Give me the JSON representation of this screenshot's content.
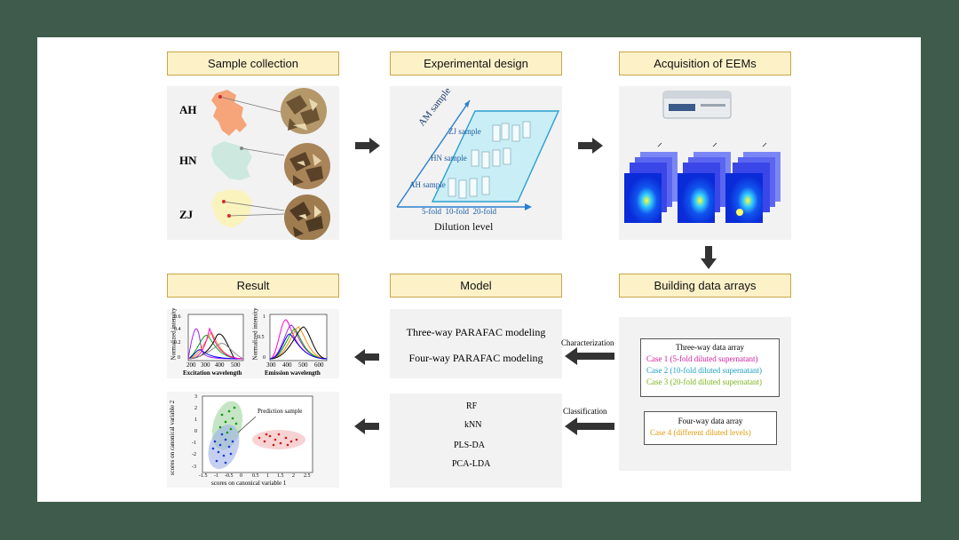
{
  "headers": {
    "sample_collection": "Sample collection",
    "experimental_design": "Experimental design",
    "acquisition": "Acquisition of EEMs",
    "result": "Result",
    "model": "Model",
    "building": "Building data arrays"
  },
  "samples": {
    "ah": "AH",
    "hn": "HN",
    "zj": "ZJ"
  },
  "design": {
    "axis_y": "AM sample",
    "zj_sample": "ZJ sample",
    "hn_sample": "HN sample",
    "ah_sample": "AH sample",
    "folds": "5-fold  10-fold  20-fold",
    "dilution": "Dilution level"
  },
  "model": {
    "parafac3": "Three-way PARAFAC modeling",
    "parafac4": "Four-way PARAFAC modeling",
    "characterization": "Characterization",
    "classification": "Classification",
    "rf": "RF",
    "knn": "kNN",
    "plsda": "PLS-DA",
    "pcalda": "PCA-LDA"
  },
  "arrays": {
    "three_way_title": "Three-way data array",
    "case1": "Case 1 (5-fold diluted supernatant)",
    "case2": "Case 2 (10-fold diluted supernatant)",
    "case3": "Case 3 (20-fold diluted supernatant)",
    "four_way_title": "Four-way data array",
    "case4": "Case 4 (different diluted levels)",
    "colors": {
      "case1": "#d020a0",
      "case2": "#1a9fc0",
      "case3": "#7ab41c",
      "case4": "#e09a10"
    }
  },
  "plots": {
    "exc_ylabel": "Normalized intensity",
    "exc_xlabel": "Excitation wavelength",
    "exc_ticks_x": [
      "200",
      "300",
      "400",
      "500"
    ],
    "exc_ticks_y": [
      "0.6",
      "0.4",
      "0.2",
      "0"
    ],
    "em_ylabel": "Normalized intensity",
    "em_xlabel": "Emission wavelength",
    "em_ticks_x": [
      "300",
      "400",
      "500",
      "600"
    ],
    "em_ticks_y": [
      "1",
      "0.5",
      "0"
    ],
    "scatter_annotation": "Prediction sample",
    "scatter_xlabel": "scores on canonical variable 1",
    "scatter_ylabel": "scores on canonical variable 2",
    "scatter_ticks_x": [
      "-1.5",
      "-1",
      "-0.5",
      "0",
      "0.5",
      "1",
      "1.5",
      "2",
      "2.5"
    ],
    "scatter_ticks_y": [
      "3",
      "2",
      "1",
      "0",
      "-1",
      "-2",
      "-3"
    ]
  }
}
